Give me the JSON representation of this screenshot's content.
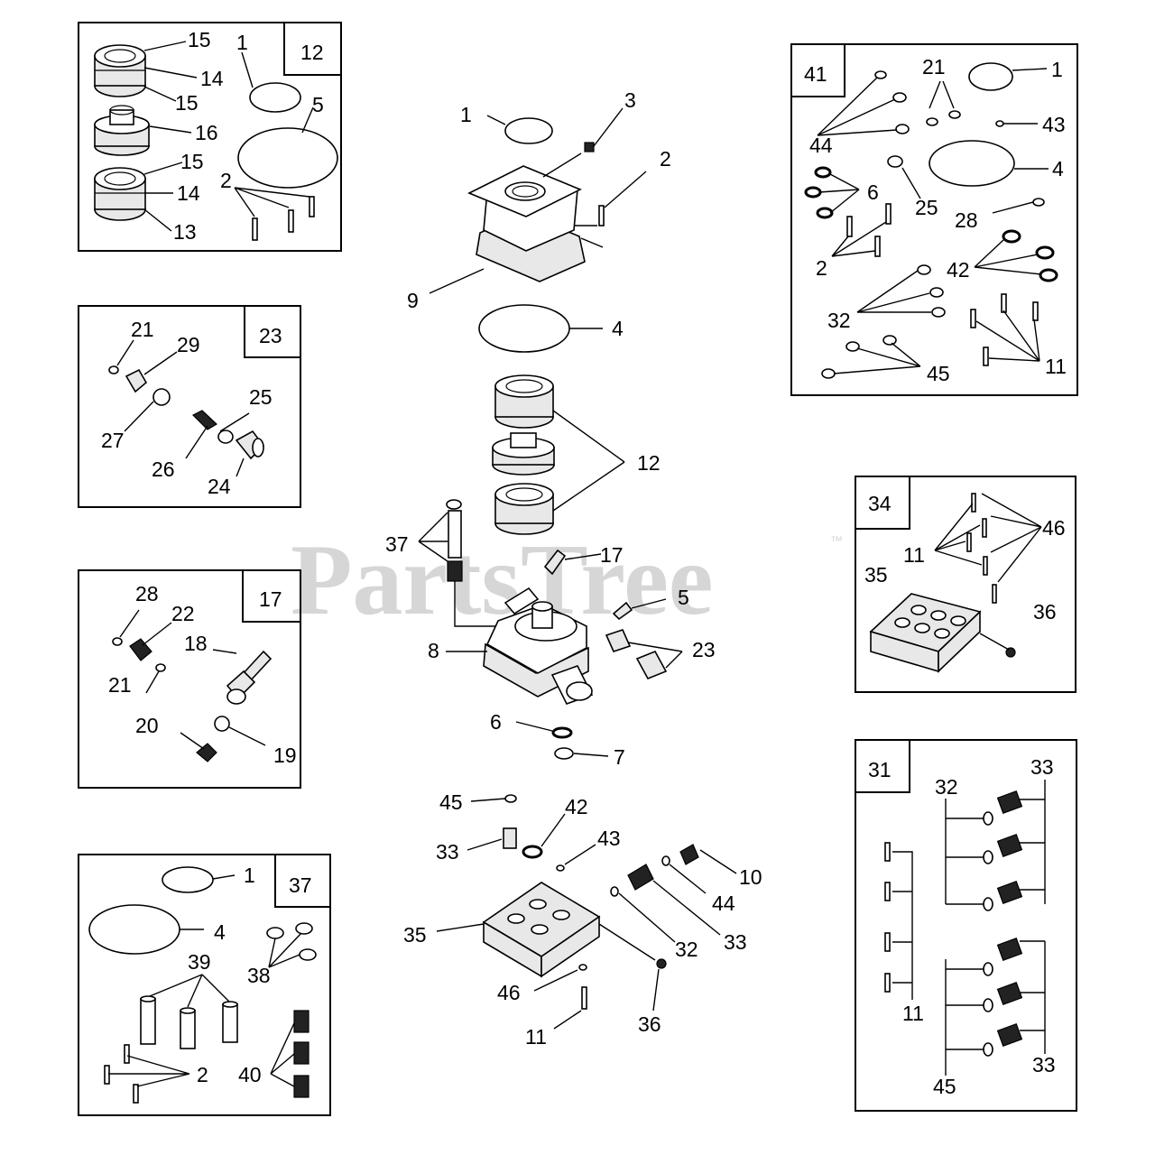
{
  "watermark": {
    "text": "PartsTree",
    "trademark": "™"
  },
  "kits": {
    "k12": {
      "badge": "12",
      "labels": [
        "15",
        "14",
        "15",
        "16",
        "15",
        "14",
        "13",
        "1",
        "5",
        "2"
      ]
    },
    "k23": {
      "badge": "23",
      "labels": [
        "21",
        "29",
        "27",
        "26",
        "25",
        "24"
      ]
    },
    "k17": {
      "badge": "17",
      "labels": [
        "28",
        "22",
        "18",
        "21",
        "20",
        "19"
      ]
    },
    "k37": {
      "badge": "37",
      "labels": [
        "1",
        "4",
        "38",
        "39",
        "2",
        "40"
      ]
    },
    "k41": {
      "badge": "41",
      "labels": [
        "21",
        "1",
        "43",
        "44",
        "6",
        "4",
        "25",
        "28",
        "2",
        "42",
        "32",
        "11",
        "45"
      ]
    },
    "k34": {
      "badge": "34",
      "labels": [
        "46",
        "11",
        "35",
        "36"
      ]
    },
    "k31": {
      "badge": "31",
      "labels": [
        "32",
        "33",
        "11",
        "45",
        "33"
      ]
    }
  },
  "main": {
    "labels": [
      "3",
      "1",
      "2",
      "9",
      "4",
      "12",
      "37",
      "17",
      "5",
      "8",
      "23",
      "6",
      "7",
      "45",
      "42",
      "33",
      "43",
      "10",
      "44",
      "35",
      "32",
      "33",
      "46",
      "36",
      "11"
    ]
  }
}
